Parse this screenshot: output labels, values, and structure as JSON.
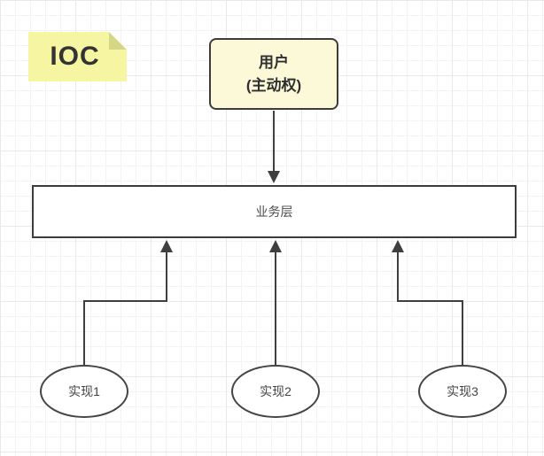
{
  "diagram": {
    "note": {
      "label": "IOC"
    },
    "nodes": {
      "user": {
        "label_line1": "用户",
        "label_line2": "(主动权)"
      },
      "business": {
        "label": "业务层"
      },
      "impl1": {
        "label": "实现1"
      },
      "impl2": {
        "label": "实现2"
      },
      "impl3": {
        "label": "实现3"
      }
    },
    "edges": [
      {
        "from": "user",
        "to": "business",
        "direction": "down"
      },
      {
        "from": "impl1",
        "to": "business",
        "direction": "up"
      },
      {
        "from": "impl2",
        "to": "business",
        "direction": "up"
      },
      {
        "from": "impl3",
        "to": "business",
        "direction": "up"
      }
    ],
    "colors": {
      "note_fill": "#f5f5a2",
      "note_fold": "#d6d687",
      "user_fill": "#fcf9d8",
      "shape_border": "#3c3c3c",
      "arrow": "#3f3f3f",
      "grid_minor": "#f3f3f3",
      "grid_major": "#e9e9e9",
      "background": "#ffffff"
    }
  }
}
